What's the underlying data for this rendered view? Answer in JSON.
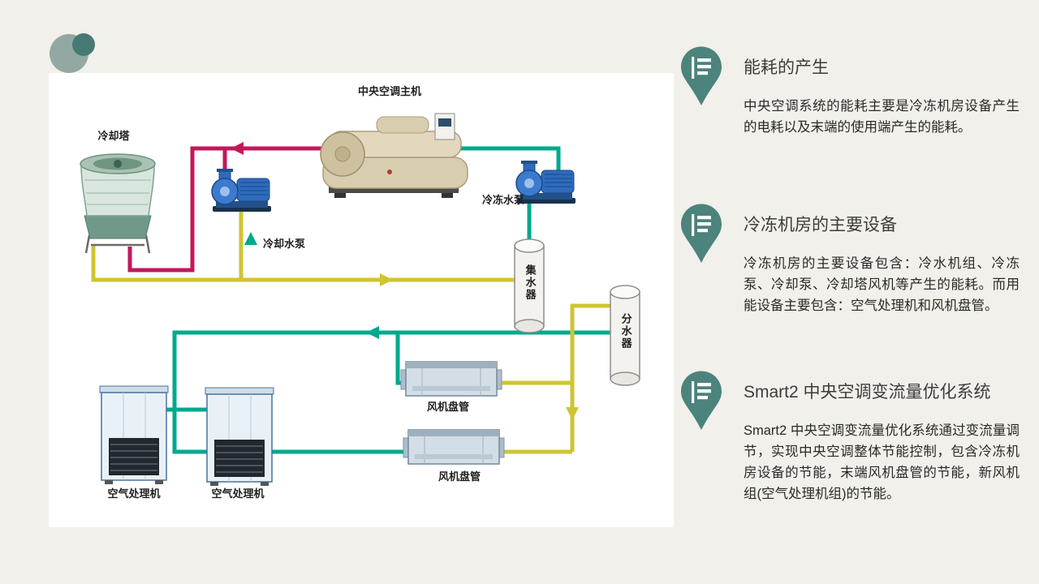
{
  "slide": {
    "background": "#f1f0ea",
    "accent_teal": "#4c837c"
  },
  "diagram": {
    "labels": {
      "main_unit": "中央空调主机",
      "cooling_tower": "冷却塔",
      "cooling_pump": "冷却水泵",
      "chilled_pump": "冷冻水泵",
      "collector": "集水器",
      "distributor": "分水器",
      "fan_coil_top": "风机盘管",
      "fan_coil_bottom": "风机盘管",
      "ahu_left": "空气处理机",
      "ahu_right": "空气处理机"
    },
    "pipe_colors": {
      "condenser_supply": "#c2185b",
      "return_loop": "#cfc431",
      "chilled_supply": "#00a98c"
    }
  },
  "sections": [
    {
      "title": "能耗的产生",
      "body": "中央空调系统的能耗主要是冷冻机房设备产生的电耗以及末端的使用端产生的能耗。"
    },
    {
      "title": "冷冻机房的主要设备",
      "body": "冷冻机房的主要设备包含：冷水机组、冷冻泵、冷却泵、冷却塔风机等产生的能耗。而用能设备主要包含：空气处理机和风机盘管。"
    },
    {
      "title": "Smart2 中央空调变流量优化系统",
      "body": "Smart2 中央空调变流量优化系统通过变流量调节，实现中央空调整体节能控制，包含冷冻机房设备的节能，末端风机盘管的节能，新风机组(空气处理机组)的节能。"
    }
  ]
}
